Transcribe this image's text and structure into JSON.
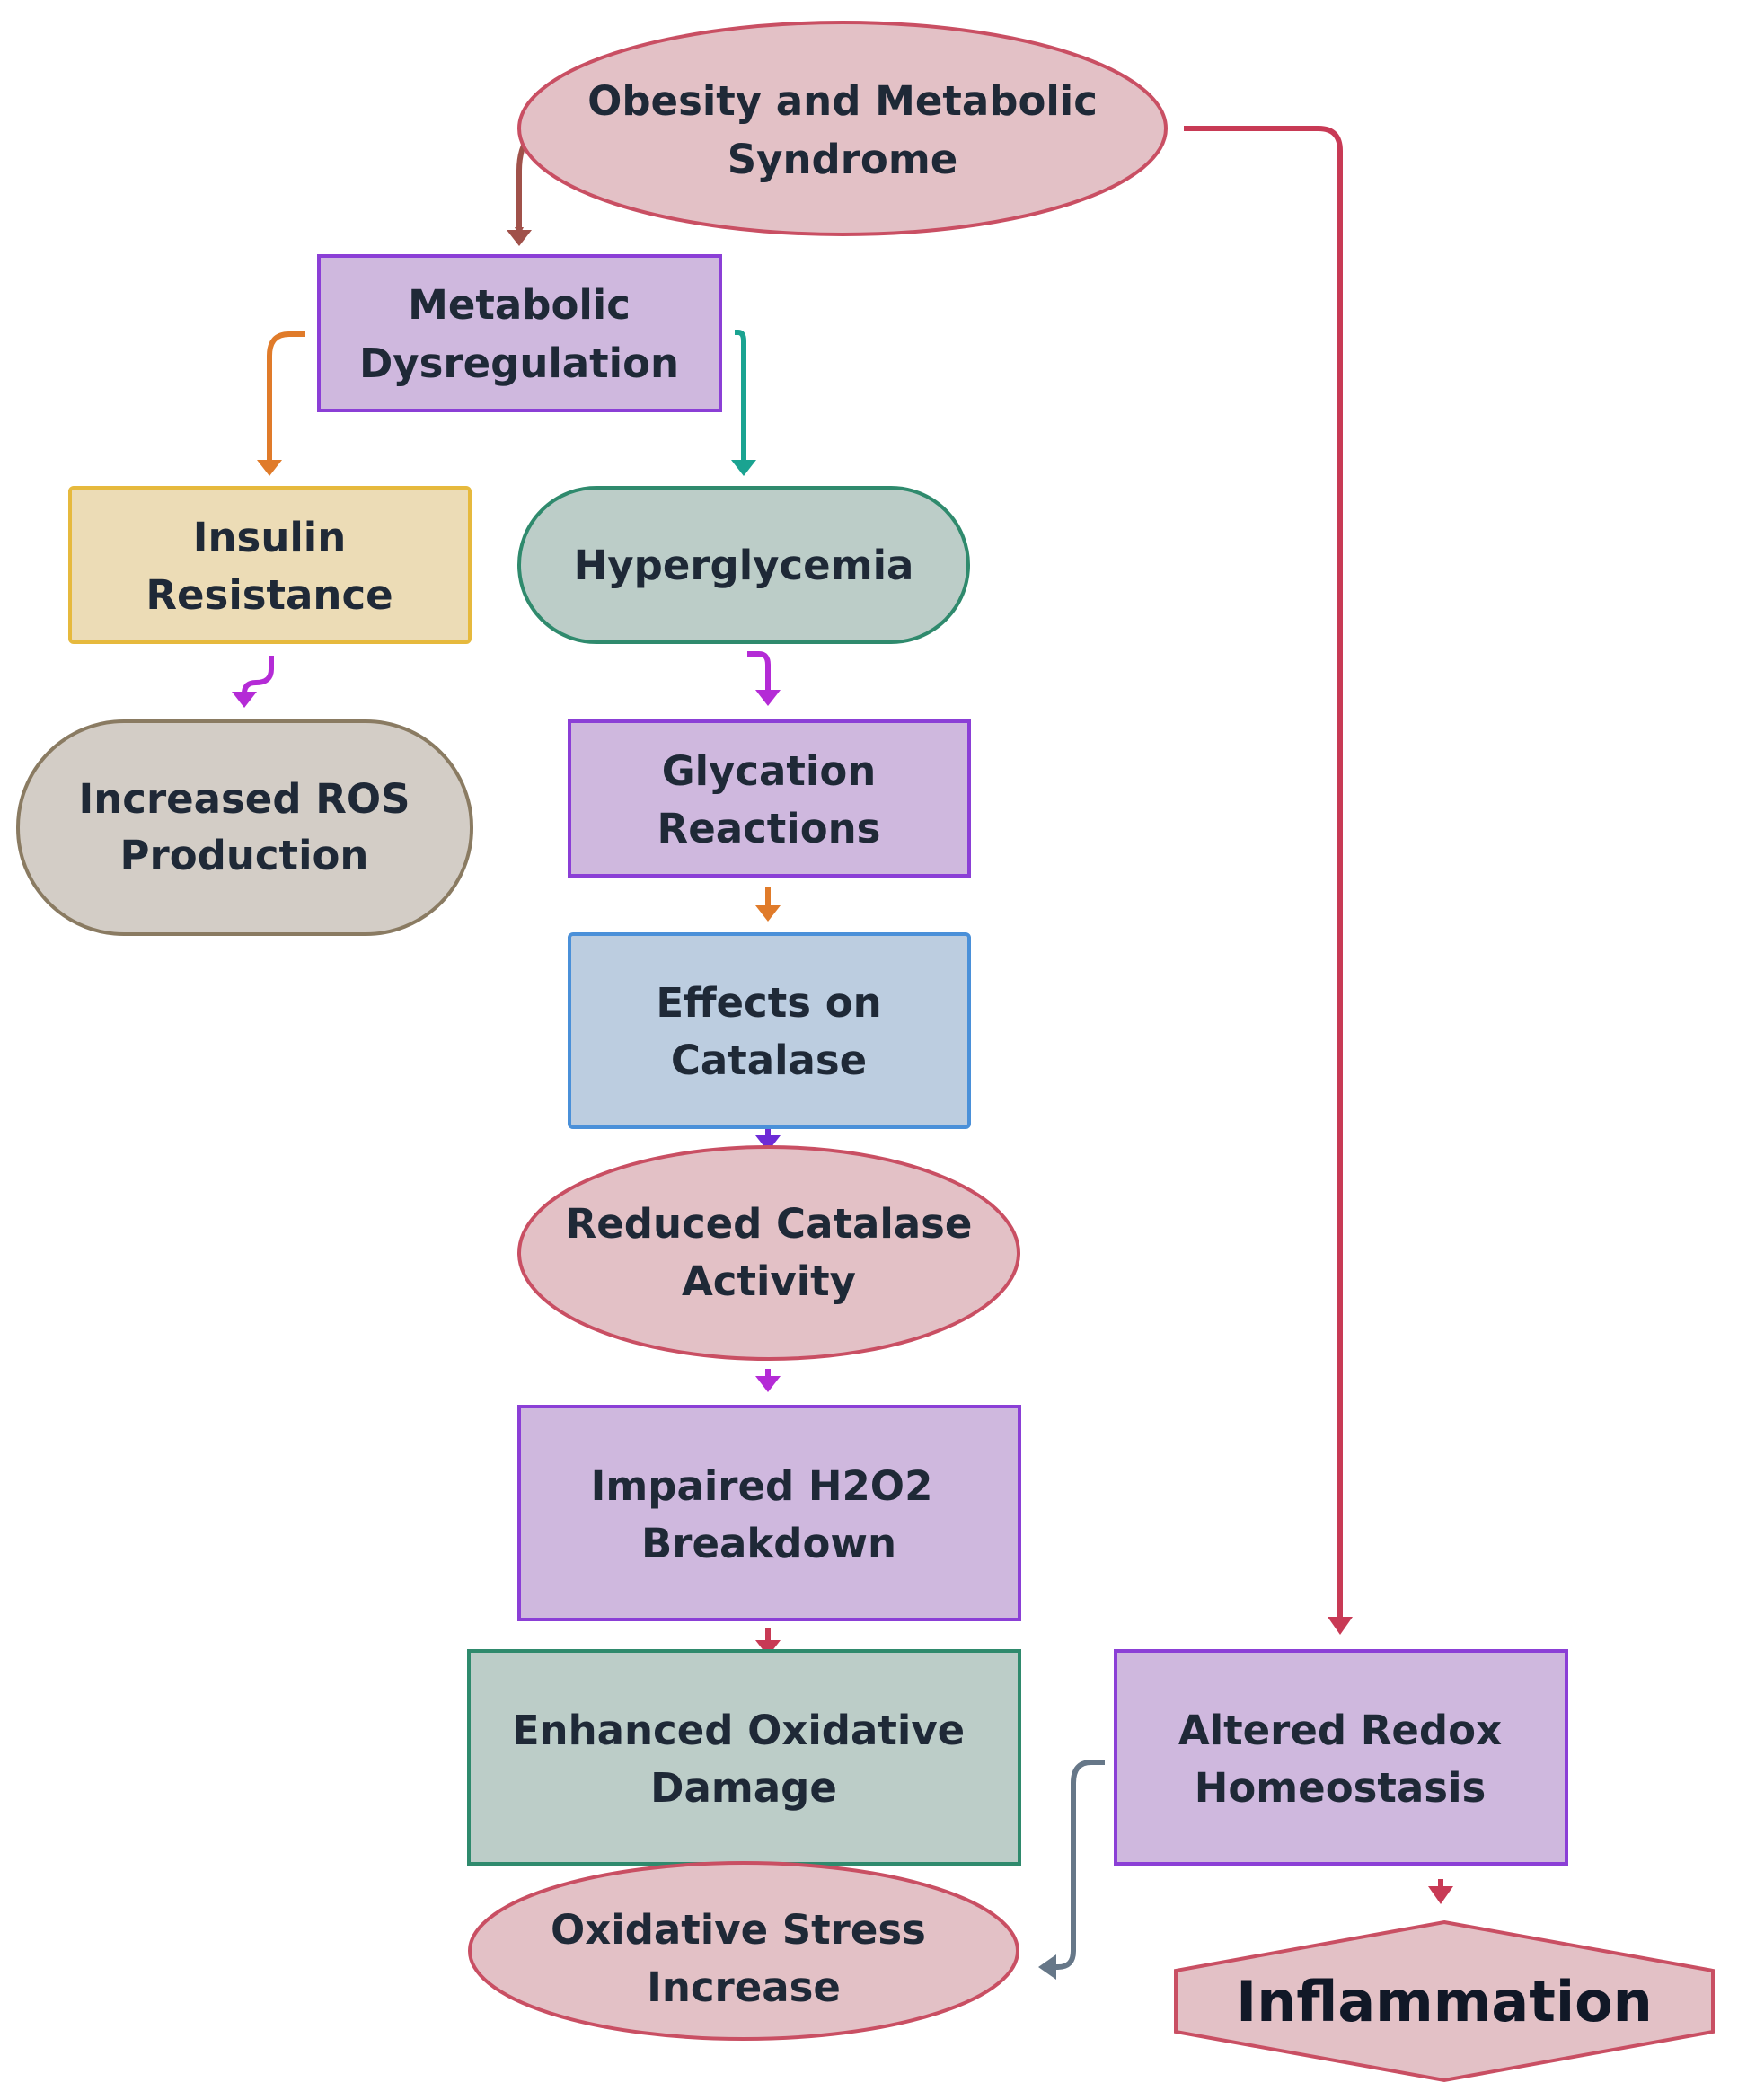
{
  "nodes": {
    "obesity": {
      "line1": "Obesity and Metabolic",
      "line2": "Syndrome"
    },
    "metabolic_dysregulation": {
      "line1": "Metabolic",
      "line2": "Dysregulation"
    },
    "insulin_resistance": {
      "line1": "Insulin",
      "line2": "Resistance"
    },
    "hyperglycemia": {
      "line1": "Hyperglycemia"
    },
    "increased_ros": {
      "line1": "Increased ROS",
      "line2": "Production"
    },
    "glycation": {
      "line1": "Glycation",
      "line2": "Reactions"
    },
    "effects_catalase": {
      "line1": "Effects on",
      "line2": "Catalase"
    },
    "reduced_catalase": {
      "line1": "Reduced Catalase",
      "line2": "Activity"
    },
    "impaired_h2o2": {
      "line1": "Impaired H2O2",
      "line2": "Breakdown"
    },
    "enhanced_oxidative": {
      "line1": "Enhanced Oxidative",
      "line2": "Damage"
    },
    "altered_redox": {
      "line1": "Altered Redox",
      "line2": "Homeostasis"
    },
    "oxidative_stress": {
      "line1": "Oxidative Stress",
      "line2": "Increase"
    },
    "inflammation": {
      "line1": "Inflammation"
    }
  },
  "colors": {
    "pink_fill": "#e3c1c6",
    "pink_stroke": "#c94f63",
    "purple_fill": "#cfb8de",
    "purple_stroke": "#8b3fd6",
    "yellow_fill": "#ecdcb6",
    "yellow_stroke": "#e6b93d",
    "teal_fill": "#bccdc8",
    "teal_stroke": "#2f8a6d",
    "gray_fill": "#d3cdc6",
    "gray_stroke": "#8a7b62",
    "blue_fill": "#bccde0",
    "blue_stroke": "#4a90d9",
    "arrow_brown": "#a0514a",
    "arrow_orange": "#e07b2a",
    "arrow_teal": "#1aa391",
    "arrow_magenta": "#b42bd6",
    "arrow_purple": "#6d2bd6",
    "arrow_red": "#c83a55",
    "arrow_slate": "#667788"
  }
}
